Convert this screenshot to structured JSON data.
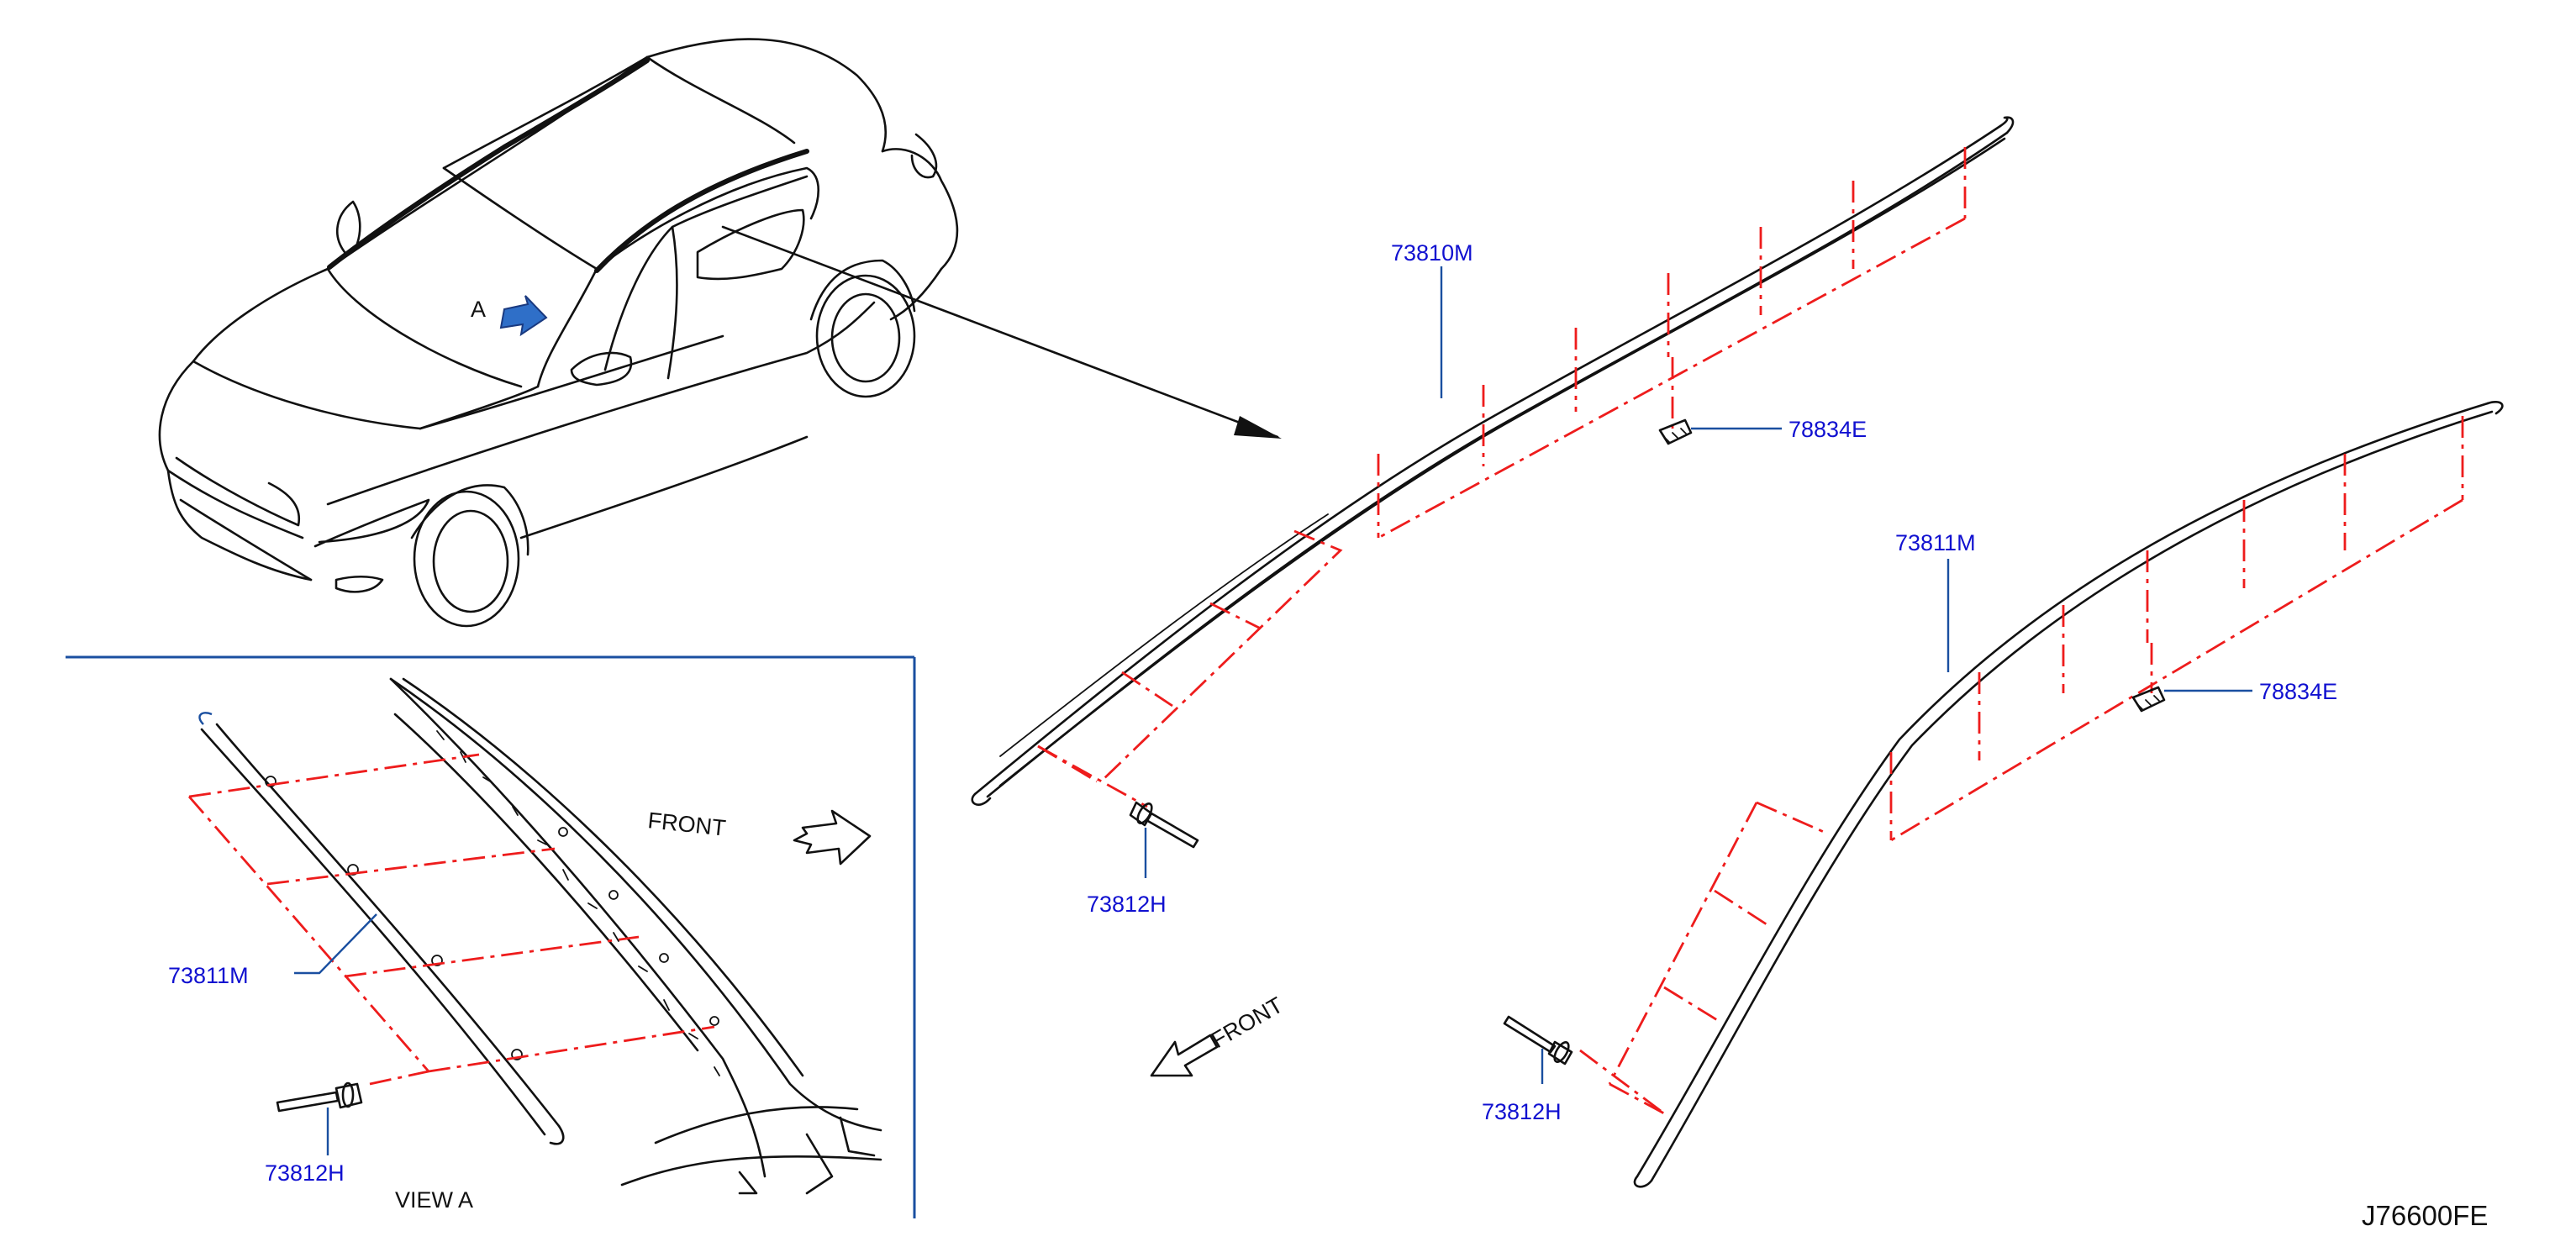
{
  "diagram": {
    "code": "J76600FE",
    "view_arrow_label": "A",
    "view_label": "VIEW   A",
    "front_label_inset": "FRONT",
    "front_label_main": "FRONT",
    "parts": {
      "p73810M": "73810M",
      "p78834E_upper": "78834E",
      "p73811M_main": "73811M",
      "p78834E_lower": "78834E",
      "p73812H_main_left": "73812H",
      "p73812H_main_right": "73812H",
      "p73811M_inset": "73811M",
      "p73812H_inset": "73812H"
    },
    "colors": {
      "label": "#1010d0",
      "leader": "#1a4fa0",
      "guide": "#ee1c1c",
      "arrow_fill": "#2f6fc8"
    }
  }
}
